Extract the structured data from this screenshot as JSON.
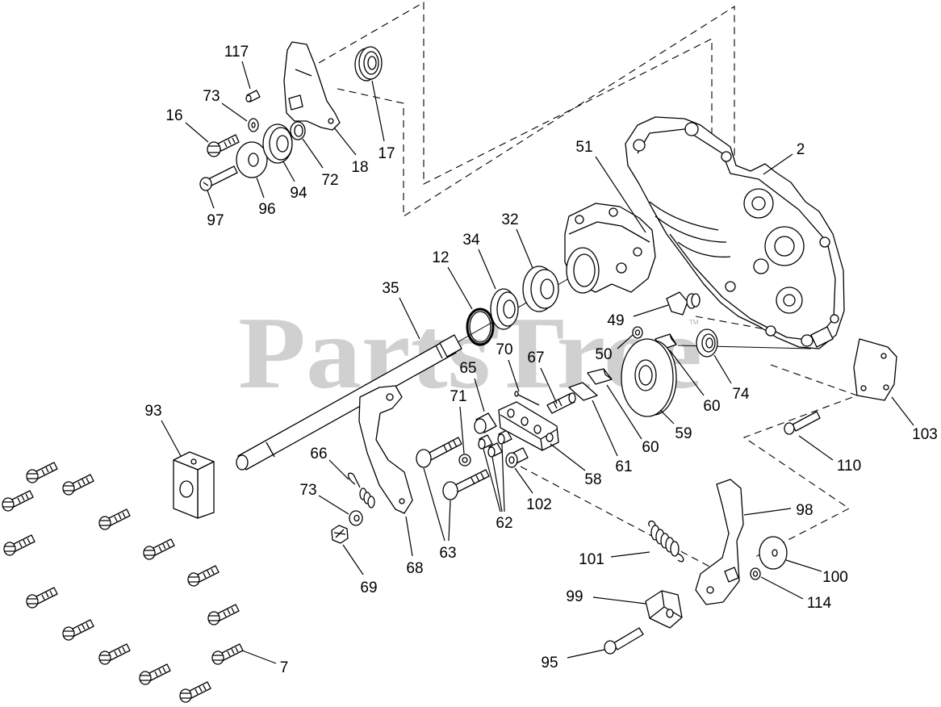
{
  "diagram": {
    "watermark": "PartsTree",
    "watermark_mark": "TM",
    "callouts": [
      "117",
      "73",
      "16",
      "18",
      "17",
      "72",
      "94",
      "96",
      "97",
      "2",
      "51",
      "32",
      "34",
      "12",
      "35",
      "49",
      "50",
      "70",
      "67",
      "65",
      "71",
      "60",
      "74",
      "60",
      "59",
      "61",
      "93",
      "58",
      "103",
      "110",
      "66",
      "73",
      "62",
      "102",
      "63",
      "69",
      "68",
      "98",
      "101",
      "100",
      "99",
      "114",
      "95",
      "7"
    ]
  },
  "colors": {
    "line": "#000000",
    "watermark": "#c8c8c8",
    "background": "#ffffff"
  }
}
